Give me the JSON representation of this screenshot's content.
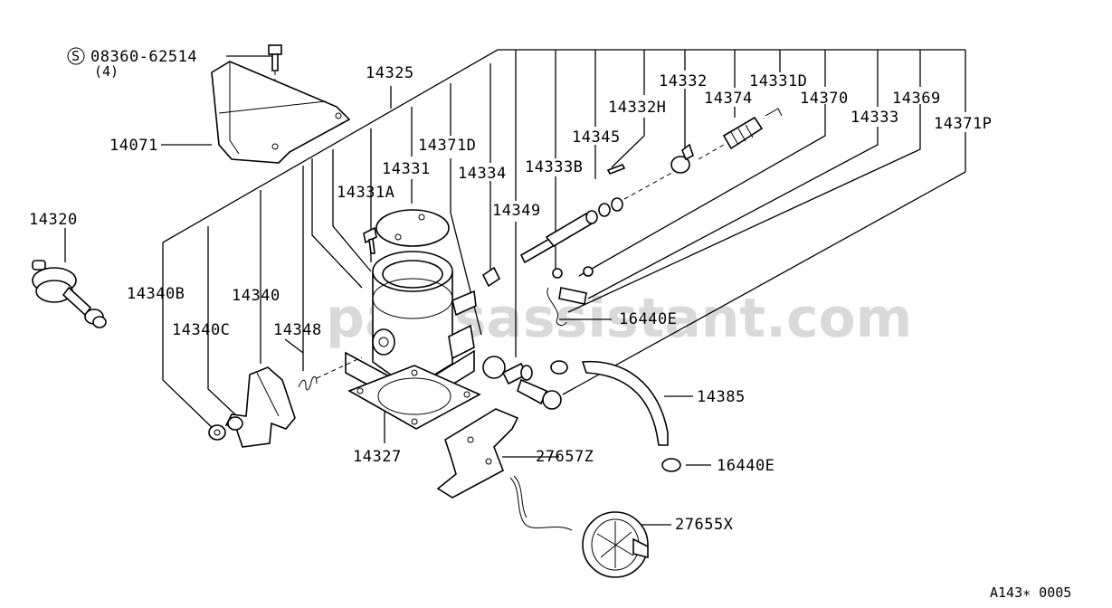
{
  "diagram": {
    "code": "A143∗ 0005",
    "watermark": "partsassistant.com",
    "bolt_symbol": "S",
    "bolt_qty": "(4)",
    "labels": {
      "bolt": "08360-62514",
      "shield": "14071",
      "actuator": "14320",
      "body": "14325",
      "gasket_a": "14331A",
      "gasket": "14331",
      "valve_d": "14371D",
      "pipe_34": "14334",
      "shaft_49": "14349",
      "clip_33b": "14333B",
      "washer_45": "14345",
      "pin_32h": "14332H",
      "nut_32": "14332",
      "boot_74": "14374",
      "spring_31d": "14331D",
      "rod_70": "14370",
      "lever_33": "14333",
      "bracket_69": "14369",
      "valve_71p": "14371P",
      "lever_40b": "14340B",
      "lever_40": "14340",
      "lever_40c": "14340C",
      "spring_48": "14348",
      "base_27": "14327",
      "clamp_e1": "16440E",
      "hose": "14385",
      "clamp_e2": "16440E",
      "bracket_z": "27657Z",
      "vac_x": "27655X"
    }
  }
}
